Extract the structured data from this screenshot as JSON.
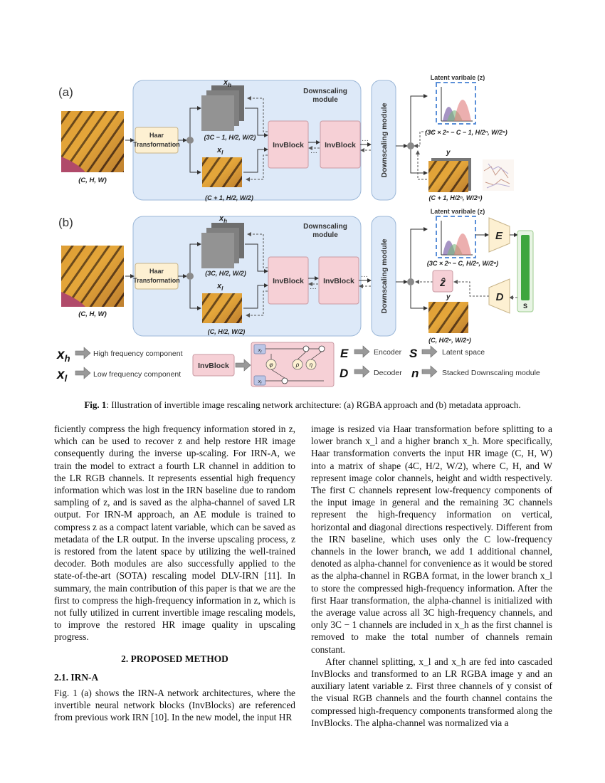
{
  "figure": {
    "panel_a_label": "(a)",
    "panel_b_label": "(b)",
    "downscaling_module": "Downscaling module",
    "downscaling_module_vertical": "Downscaling module",
    "haar_transformation": "Haar Transformation",
    "invblock": "InvBlock",
    "latent_variable": "Latent varibale (z)",
    "xh": "x_h",
    "xl": "x_l",
    "y": "y",
    "chw": "(C, H, W)",
    "a_xh_shape": "(3C − 1, H/2, W/2)",
    "a_xl_shape": "(C + 1, H/2, W/2)",
    "a_z_shape": "(3C × 2ⁿ − C − 1, H/2ⁿ, W/2ⁿ)",
    "a_y_shape": "(C + 1, H/2ⁿ, W/2ⁿ)",
    "b_xh_shape": "(3C, H/2, W/2)",
    "b_xl_shape": "(C, H/2, W/2)",
    "b_z_shape": "(3C × 2ⁿ − C, H/2ⁿ, W/2ⁿ)",
    "b_y_shape": "(C, H/2ⁿ, W/2ⁿ)",
    "E": "E",
    "D": "D",
    "S_small": "S",
    "legend": {
      "xh_desc": "High frequency component",
      "xl_desc": "Low frequency component",
      "invblock": "InvBlock",
      "E": "E",
      "E_desc": "Encoder",
      "D": "D",
      "D_desc": "Decoder",
      "S": "S",
      "S_desc": "Latent space",
      "n": "n",
      "n_desc": "Stacked Downscaling module",
      "phi": "φ",
      "rho": "ρ",
      "eta": "η"
    }
  },
  "caption": {
    "label": "Fig. 1",
    "text": ": Illustration of invertible image rescaling network architecture: (a) RGBA approach and (b) metadata approach."
  },
  "left_column": {
    "para1": "ficiently compress the high frequency information stored in z, which can be used to recover z and help restore HR image consequently during the inverse up-scaling. For IRN-A, we train the model to extract a fourth LR channel in addition to the LR RGB channels. It represents essential high frequency information which was lost in the IRN baseline due to random sampling of z, and is saved as the alpha-channel of saved LR output. For IRN-M approach, an AE module is trained to compress z as a compact latent variable, which can be saved as metadata of the LR output. In the inverse upscaling process, z is restored from the latent space by utilizing the well-trained decoder. Both modules are also successfully applied to the state-of-the-art (SOTA) rescaling model DLV-IRN [11]. In summary, the main contribution of this paper is that we are the first to compress the high-frequency information in z, which is not fully utilized in current invertible image rescaling models, to improve the restored HR image quality in upscaling progress.",
    "section_title": "2. PROPOSED METHOD",
    "subsection_title": "2.1. IRN-A",
    "para2": "Fig. 1 (a) shows the IRN-A network architectures, where the invertible neural network blocks (InvBlocks) are referenced from previous work IRN [10]. In the new model, the input HR"
  },
  "right_column": {
    "para1": "image is resized via Haar transformation before splitting to a lower branch x_l and a higher branch x_h. More specifically, Haar transformation converts the input HR image (C, H, W) into a matrix of shape (4C, H/2, W/2), where C, H, and W represent image color channels, height and width respectively. The first C channels represent low-frequency components of the input image in general and the remaining 3C channels represent the high-frequency information on vertical, horizontal and diagonal directions respectively. Different from the IRN baseline, which uses only the C low-frequency channels in the lower branch, we add 1 additional channel, denoted as alpha-channel for convenience as it would be stored as the alpha-channel in RGBA format, in the lower branch x_l to store the compressed high-frequency information. After the first Haar transformation, the alpha-channel is initialized with the average value across all 3C high-frequency channels, and only 3C − 1 channels are included in x_h as the first channel is removed to make the total number of channels remain constant.",
    "para2": "After channel splitting, x_l and x_h are fed into cascaded InvBlocks and transformed to an LR RGBA image y and an auxiliary latent variable z. First three channels of y consist of the visual RGB channels and the fourth channel contains the compressed high-frequency components transformed along the InvBlocks.   The alpha-channel was normalized via a"
  }
}
